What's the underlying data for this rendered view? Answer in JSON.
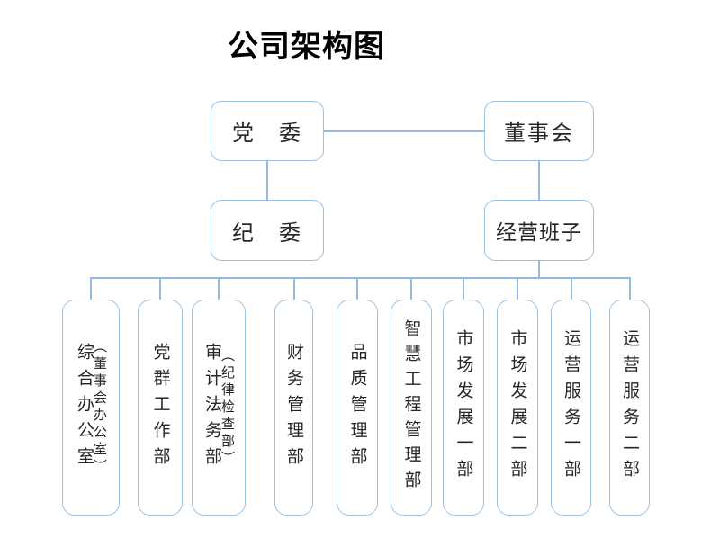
{
  "header": {
    "title": "公司架构图"
  },
  "colors": {
    "border": "#9CC2E5",
    "line": "#95B9DF",
    "text": "#262626",
    "title": "#000000"
  },
  "org": {
    "party_committee": "党　委",
    "board": "董事会",
    "discipline_committee": "纪　委",
    "management_team": "经营班子"
  },
  "departments": [
    {
      "name": "综合办公室",
      "note": "（董事会办公室）"
    },
    {
      "name": "党群工作部"
    },
    {
      "name": "审计法务部",
      "note": "（纪律检查部）"
    },
    {
      "name": "财务管理部"
    },
    {
      "name": "品质管理部"
    },
    {
      "name": "智慧工程管理部"
    },
    {
      "name": "市场发展一部"
    },
    {
      "name": "市场发展二部"
    },
    {
      "name": "运营服务一部"
    },
    {
      "name": "运营服务二部"
    }
  ]
}
